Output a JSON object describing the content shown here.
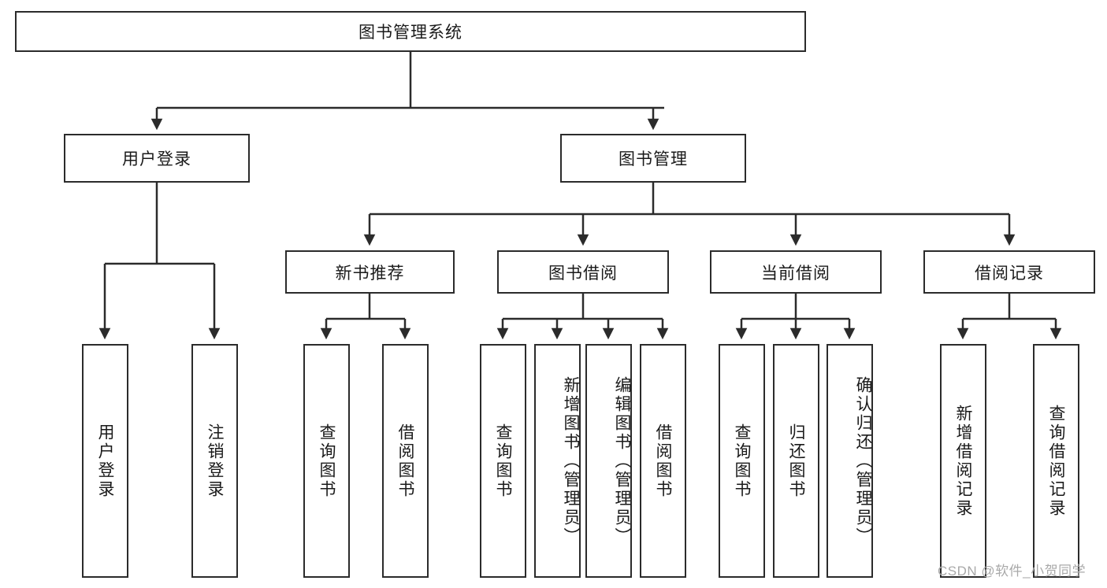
{
  "diagram": {
    "title_node": {
      "label": "图书管理系统"
    },
    "level2": [
      {
        "label": "用户登录"
      },
      {
        "label": "图书管理"
      }
    ],
    "level3": [
      {
        "label": "新书推荐"
      },
      {
        "label": "图书借阅"
      },
      {
        "label": "当前借阅"
      },
      {
        "label": "借阅记录"
      }
    ],
    "leaves": {
      "user_login": [
        {
          "label": "用户登录"
        },
        {
          "label": "注销登录"
        }
      ],
      "new_book_recommend": [
        {
          "label": "查询图书"
        },
        {
          "label": "借阅图书"
        }
      ],
      "book_borrow": [
        {
          "label": "查询图书"
        },
        {
          "label": "新增图书（管理员）"
        },
        {
          "label": "编辑图书（管理员）"
        },
        {
          "label": "借阅图书"
        }
      ],
      "current_borrow": [
        {
          "label": "查询图书"
        },
        {
          "label": "归还图书"
        },
        {
          "label": "确认归还（管理员）"
        }
      ],
      "borrow_record": [
        {
          "label": "新增借阅记录"
        },
        {
          "label": "查询借阅记录"
        }
      ]
    }
  },
  "watermark": {
    "text": "CSDN @软件_小贺同学"
  },
  "colors": {
    "stroke": "#2b2b2b",
    "fill": "#ffffff",
    "text": "#1a1a1a",
    "watermark": "#a9a9a9"
  }
}
